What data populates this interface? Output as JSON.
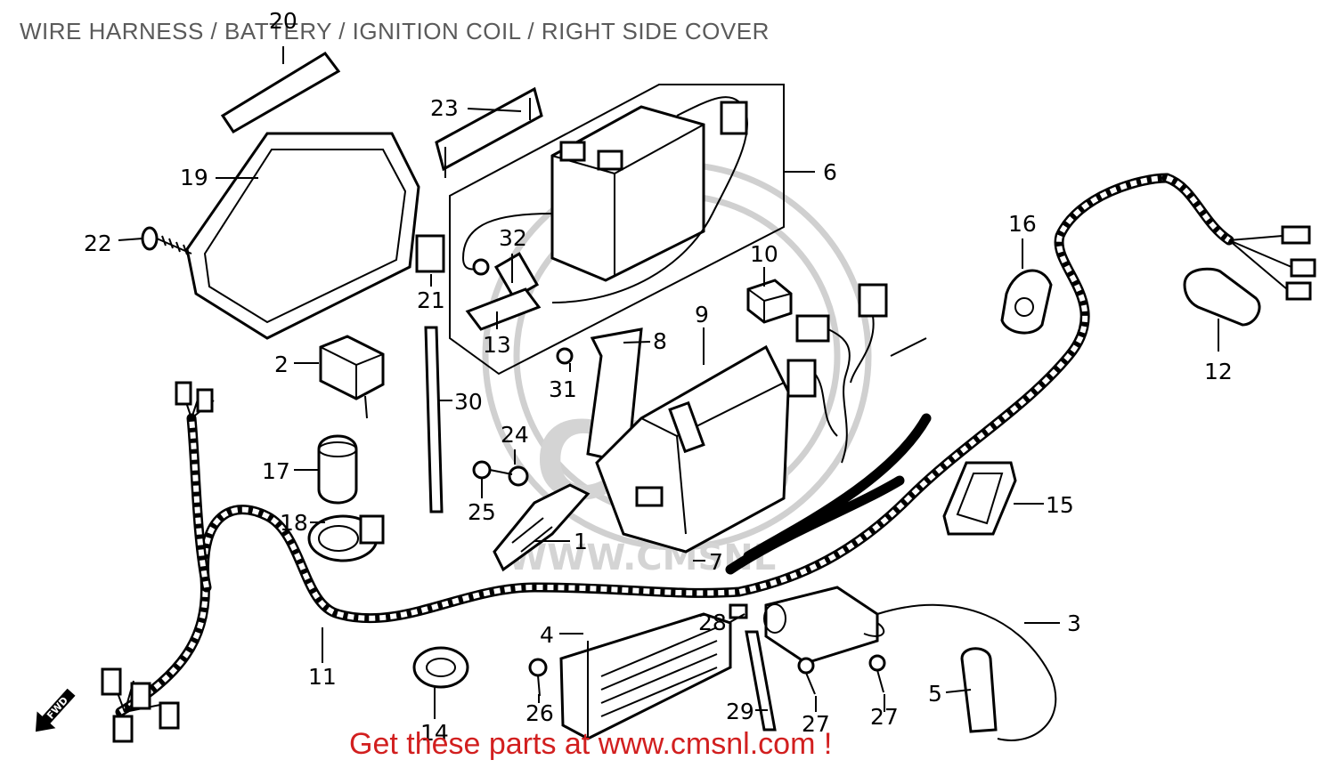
{
  "header": {
    "title": "WIRE HARNESS / BATTERY  / IGNITION COIL / RIGHT SIDE COVER"
  },
  "footer": {
    "banner": "Get these parts at www.cmsnl.com !"
  },
  "watermark": {
    "text": "CMS",
    "url_text": "WWW.CMSNL"
  },
  "direction": {
    "label": "FWD"
  },
  "callouts": [
    "20",
    "23",
    "19",
    "6",
    "22",
    "32",
    "16",
    "10",
    "21",
    "9",
    "13",
    "8",
    "2",
    "12",
    "31",
    "30",
    "24",
    "17",
    "15",
    "25",
    "18",
    "1",
    "7",
    "3",
    "28",
    "4",
    "11",
    "5",
    "26",
    "29",
    "27",
    "27",
    "14"
  ],
  "colors": {
    "title": "#5a5a5a",
    "banner": "#d21f1f",
    "lines": "#000000",
    "watermark": "#d0d0d0"
  }
}
